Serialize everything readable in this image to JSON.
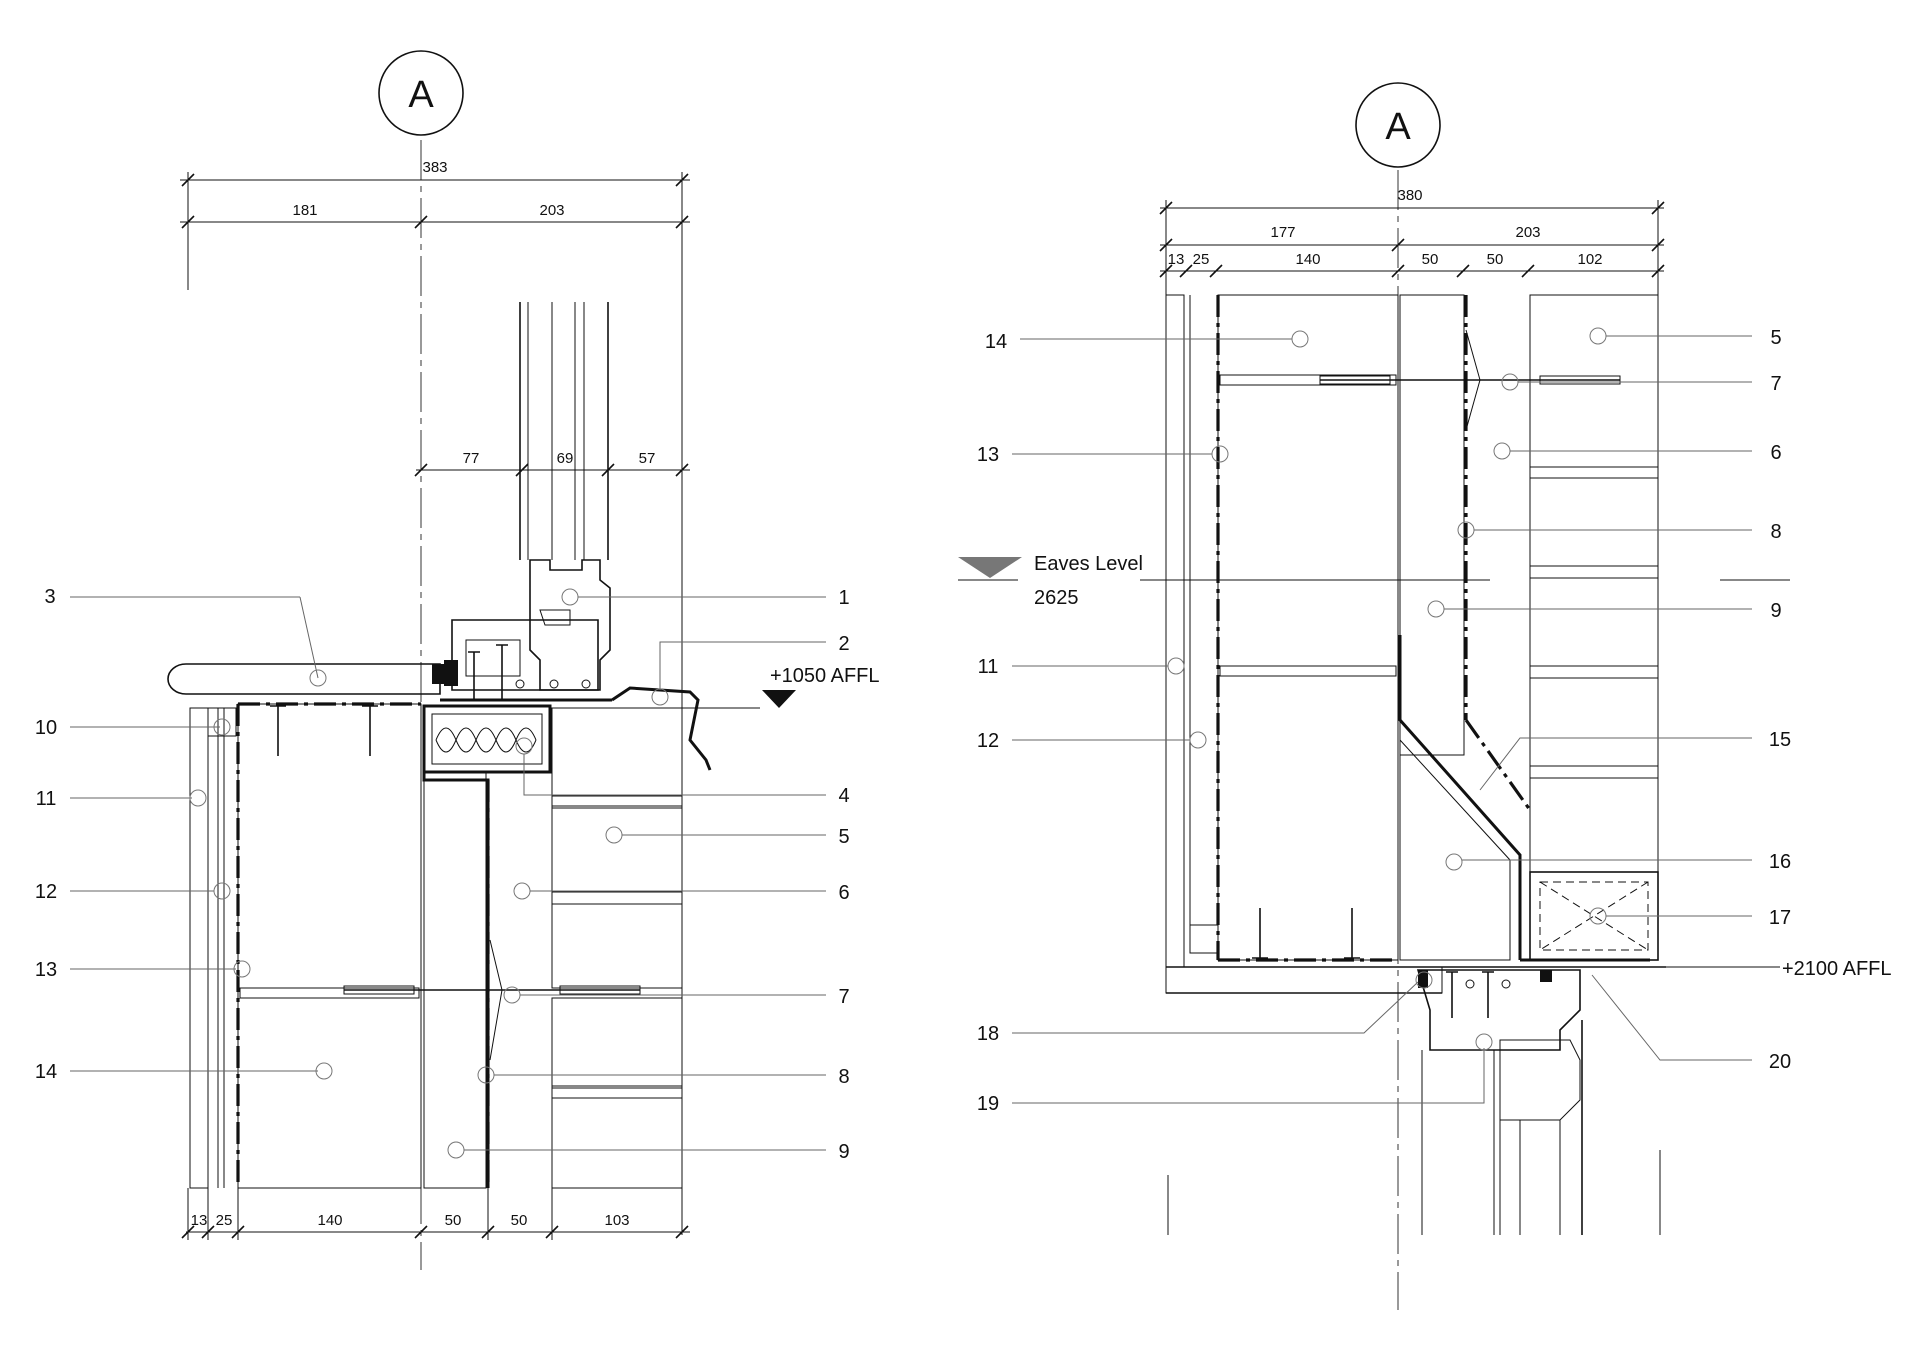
{
  "left_detail": {
    "grid_label": "A",
    "dims_top": {
      "overall": "383",
      "left": "181",
      "right": "203"
    },
    "dims_window": [
      "77",
      "69",
      "57"
    ],
    "dims_bottom": [
      "13",
      "25",
      "140",
      "50",
      "50",
      "103"
    ],
    "level_label": "+1050 AFFL",
    "tags_left": [
      "3",
      "10",
      "11",
      "12",
      "13",
      "14"
    ],
    "tags_right": [
      "1",
      "2",
      "4",
      "5",
      "6",
      "7",
      "8",
      "9"
    ]
  },
  "right_detail": {
    "grid_label": "A",
    "dims_top": {
      "overall": "380",
      "left": "177",
      "right": "203"
    },
    "dims_sub": [
      "13",
      "25",
      "140",
      "50",
      "50",
      "102"
    ],
    "eaves_label": "Eaves Level",
    "eaves_value": "2625",
    "level_label": "+2100 AFFL",
    "tags_left": [
      "14",
      "13",
      "11",
      "12",
      "18",
      "19"
    ],
    "tags_right": [
      "5",
      "7",
      "6",
      "8",
      "9",
      "15",
      "16",
      "17",
      "20"
    ]
  }
}
